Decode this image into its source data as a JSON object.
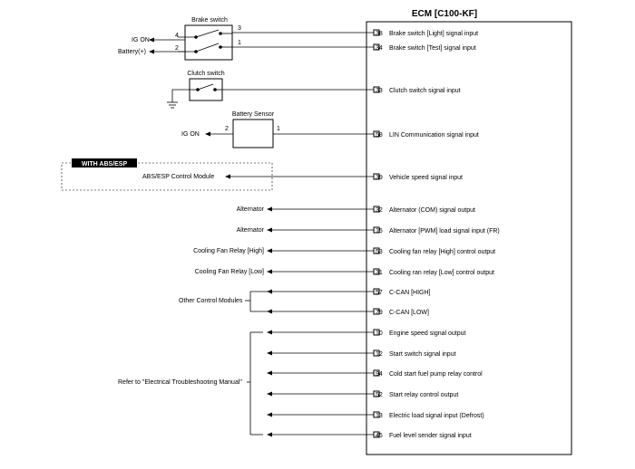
{
  "ecm": {
    "title": "ECM [C100-KF]"
  },
  "brake_switch": {
    "title": "Brake switch",
    "ig_label": "IG ON",
    "ig_pin": "4",
    "battery_label": "Battery(+)",
    "battery_pin": "2",
    "pin_top": "3",
    "pin_bottom": "1"
  },
  "clutch_switch": {
    "title": "Clutch switch"
  },
  "battery_sensor": {
    "title": "Battery Sensor",
    "ig_label": "IG ON",
    "left_pin": "2",
    "right_pin": "1"
  },
  "abs": {
    "badge": "WITH ABS/ESP",
    "module": "ABS/ESP Control Module"
  },
  "groups": {
    "other_modules": "Other Control Modules",
    "refer": "Refer to \"Electrical Troubleshooting Manual\""
  },
  "external_labels": {
    "alternator_1": "Alternator",
    "alternator_2": "Alternator",
    "cooling_high": "Cooling Fan Relay [High]",
    "cooling_low": "Cooling Fan Relay [Low]"
  },
  "pins": [
    {
      "num": "38",
      "label": "Brake switch [Light] signal input"
    },
    {
      "num": "34",
      "label": "Brake switch [Test] signal input"
    },
    {
      "num": "33",
      "label": "Clutch switch signal input"
    },
    {
      "num": "58",
      "label": "LIN Communication signal input"
    },
    {
      "num": "39",
      "label": "Vehicle speed signal input"
    },
    {
      "num": "32",
      "label": "Alternator (COM) signal output"
    },
    {
      "num": "15",
      "label": "Alternator [PWM] load signal input (FR)"
    },
    {
      "num": "53",
      "label": "Cooling fan relay [High] control output"
    },
    {
      "num": "31",
      "label": "Cooling ran relay [Low] control output"
    },
    {
      "num": "57",
      "label": "C-CAN [HIGH]"
    },
    {
      "num": "79",
      "label": "C-CAN [LOW]"
    },
    {
      "num": "10",
      "label": "Engine speed signal output"
    },
    {
      "num": "12",
      "label": "Start switch signal input"
    },
    {
      "num": "94",
      "label": "Cold start fuel pump relay control"
    },
    {
      "num": "52",
      "label": "Start relay control output"
    },
    {
      "num": "13",
      "label": "Electric load signal input (Defrost)"
    },
    {
      "num": "45",
      "label": "Fuel level sender signal input"
    }
  ]
}
